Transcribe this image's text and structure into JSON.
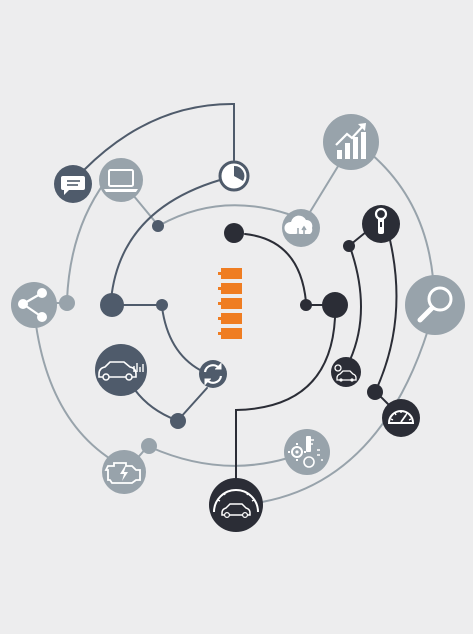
{
  "colors": {
    "background": "#ededee",
    "dark": "#2b2d36",
    "slate": "#4f5b6b",
    "gray": "#98a3ab",
    "accent": "#ef7d22",
    "white": "#ffffff"
  },
  "nodes": [
    {
      "id": "chat",
      "icon": "chat-bubble-icon",
      "tone": "slate"
    },
    {
      "id": "laptop",
      "icon": "laptop-icon",
      "tone": "gray"
    },
    {
      "id": "clock",
      "icon": "clock-icon",
      "tone": "white"
    },
    {
      "id": "analytics",
      "icon": "bar-chart-growth-icon",
      "tone": "gray"
    },
    {
      "id": "cloud",
      "icon": "cloud-sync-icon",
      "tone": "gray"
    },
    {
      "id": "wrench",
      "icon": "wrench-icon",
      "tone": "dark"
    },
    {
      "id": "search",
      "icon": "magnifier-icon",
      "tone": "gray"
    },
    {
      "id": "share",
      "icon": "share-icon",
      "tone": "gray"
    },
    {
      "id": "car-diagnostics",
      "icon": "car-diagnostics-icon",
      "tone": "slate"
    },
    {
      "id": "refresh",
      "icon": "refresh-icon",
      "tone": "slate"
    },
    {
      "id": "car-key",
      "icon": "car-key-icon",
      "tone": "dark"
    },
    {
      "id": "speedometer",
      "icon": "speedometer-icon",
      "tone": "dark"
    },
    {
      "id": "settings",
      "icon": "gear-key-icon",
      "tone": "gray"
    },
    {
      "id": "engine",
      "icon": "engine-battery-icon",
      "tone": "gray"
    },
    {
      "id": "car-speed",
      "icon": "car-speedometer-icon",
      "tone": "dark"
    },
    {
      "id": "hub",
      "icon": "orange-stack-icon",
      "tone": "accent"
    }
  ]
}
